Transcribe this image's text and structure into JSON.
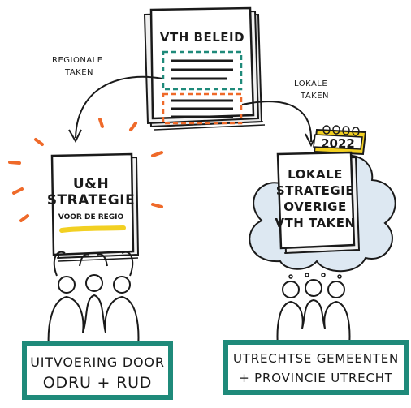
{
  "top_document": {
    "title": "VTH BELEID"
  },
  "labels": {
    "regional_tasks": [
      "REGIONALE",
      "TAKEN"
    ],
    "local_tasks": [
      "LOKALE",
      "TAKEN"
    ]
  },
  "left_document": {
    "lines": [
      "U&H",
      "STRATEGIE"
    ],
    "subtitle": "VOOR DE REGIO"
  },
  "right_document": {
    "lines": [
      "LOKALE",
      "STRATEGIE",
      "OVERIGE",
      "VTH TAKEN"
    ],
    "calendar_year": "2022"
  },
  "left_box": {
    "lines": [
      "UITVOERING DOOR",
      "ODRU + RUD"
    ]
  },
  "right_box": {
    "lines": [
      "UTRECHTSE GEMEENTEN",
      "+ PROVINCIE UTRECHT"
    ]
  },
  "colors": {
    "teal": "#1f8a7a",
    "orange": "#ef6a2a",
    "yellow": "#f2d022",
    "cloud": "#dde8f2",
    "ink": "#1a1a1a"
  }
}
